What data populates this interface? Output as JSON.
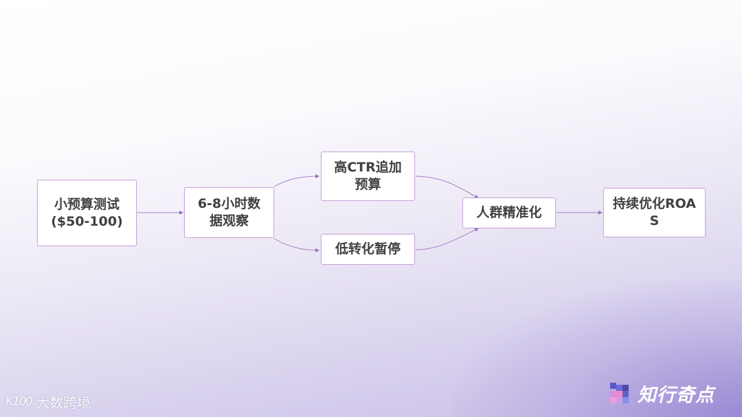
{
  "diagram": {
    "type": "flowchart",
    "direction": "left-to-right",
    "nodes": [
      {
        "id": "n1",
        "label": "小预算测试($50-100)"
      },
      {
        "id": "n2",
        "label": "6-8小时数据观察"
      },
      {
        "id": "n3",
        "label": "高CTR追加预算"
      },
      {
        "id": "n4",
        "label": "低转化暂停"
      },
      {
        "id": "n5",
        "label": "人群精准化"
      },
      {
        "id": "n6",
        "label": "持续优化ROAS"
      }
    ],
    "edges": [
      {
        "from": "n1",
        "to": "n2"
      },
      {
        "from": "n2",
        "to": "n3"
      },
      {
        "from": "n2",
        "to": "n4"
      },
      {
        "from": "n3",
        "to": "n5"
      },
      {
        "from": "n4",
        "to": "n5"
      },
      {
        "from": "n5",
        "to": "n6"
      }
    ],
    "colors": {
      "edge": "#9b6fc0",
      "node_border": "#c9a6d9",
      "node_fill": "#ffffff",
      "text": "#404040"
    }
  },
  "watermarks": {
    "left": {
      "logo_text": "K100",
      "label": "大数跨境"
    },
    "right": {
      "label": "知行奇点"
    }
  }
}
